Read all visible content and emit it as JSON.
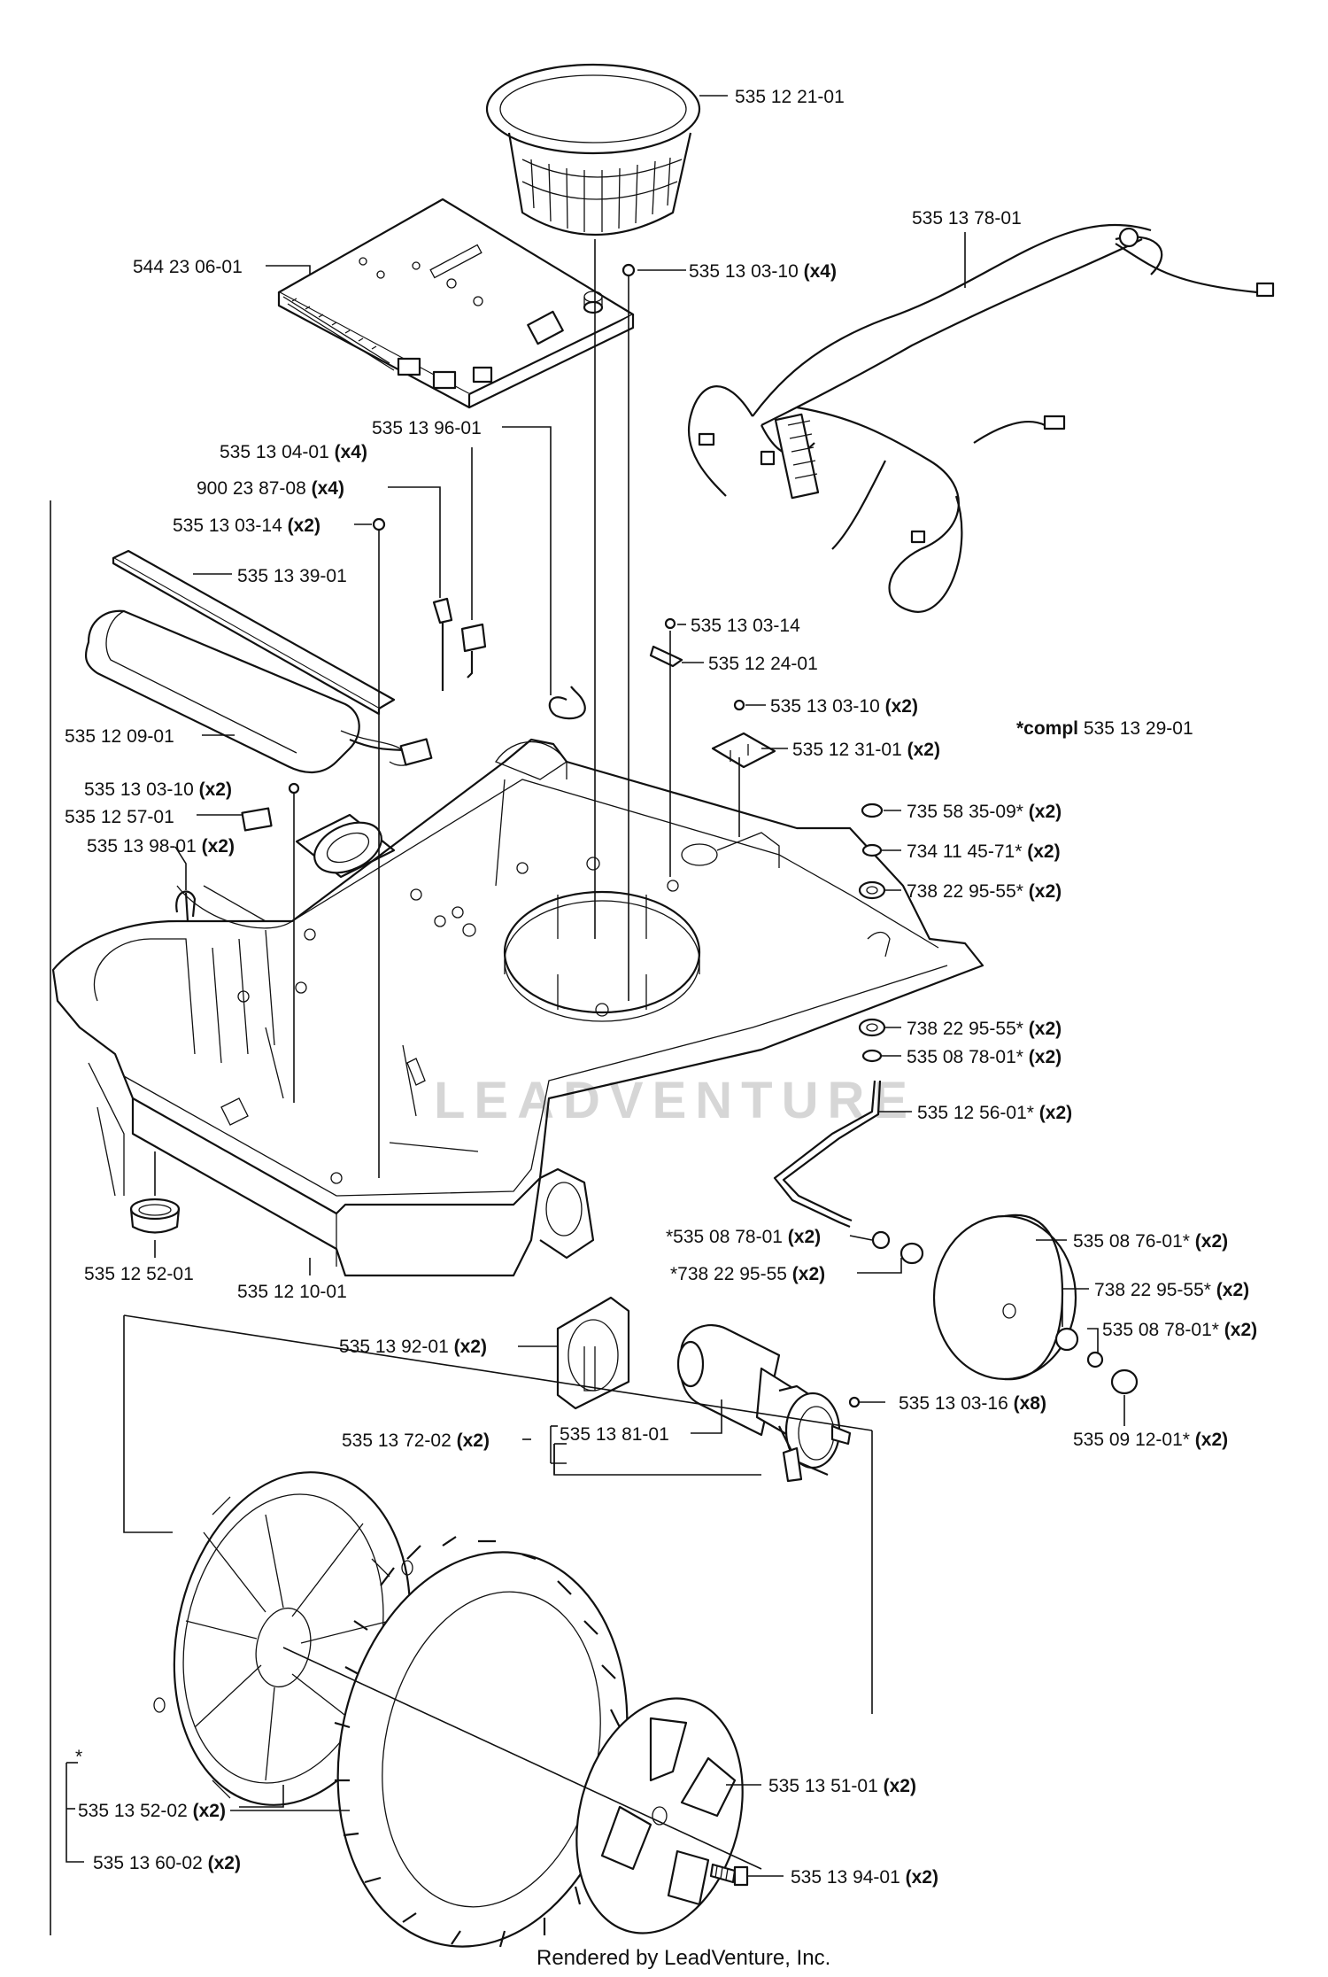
{
  "watermark": "LEADVENTURE",
  "footer": "Rendered by LeadVenture, Inc.",
  "kit_note": {
    "text": "*compl",
    "part": "535 13 29-01"
  },
  "bracket_star": "*",
  "callouts": {
    "top_ring": {
      "part": "535 12 21-01",
      "qty": ""
    },
    "harness": {
      "part": "535 13 78-01",
      "qty": ""
    },
    "pcb": {
      "part": "544 23 06-01",
      "qty": ""
    },
    "pcb_screw": {
      "part": "535 13 03-10",
      "qty": "(x4)"
    },
    "clip_96": {
      "part": "535 13 96-01",
      "qty": ""
    },
    "clip_04": {
      "part": "535 13 04-01",
      "qty": "(x4)"
    },
    "tie_900": {
      "part": "900 23 87-08",
      "qty": "(x4)"
    },
    "screw_14x2": {
      "part": "535 13 03-14",
      "qty": "(x2)"
    },
    "strip": {
      "part": "535 13 39-01",
      "qty": ""
    },
    "battery": {
      "part": "535 12 09-01",
      "qty": ""
    },
    "screw_14": {
      "part": "535 13 03-14",
      "qty": ""
    },
    "sensor_24": {
      "part": "535 12 24-01",
      "qty": ""
    },
    "screw_10_r": {
      "part": "535 13 03-10",
      "qty": "(x2)"
    },
    "board_31": {
      "part": "535 12 31-01",
      "qty": "(x2)"
    },
    "screw_10_l": {
      "part": "535 13 03-10",
      "qty": "(x2)"
    },
    "speaker": {
      "part": "535 12 57-01",
      "qty": ""
    },
    "hook_98": {
      "part": "535 13 98-01",
      "qty": "(x2)"
    },
    "nut_735": {
      "part": "735 58 35-09*",
      "qty": "(x2)"
    },
    "washer_734": {
      "part": "734 11 45-71*",
      "qty": "(x2)"
    },
    "bearing_a": {
      "part": "738 22 95-55*",
      "qty": "(x2)"
    },
    "bearing_b": {
      "part": "738 22 95-55*",
      "qty": "(x2)"
    },
    "washer_08": {
      "part": "535 08 78-01*",
      "qty": "(x2)"
    },
    "axle": {
      "part": "535 12 56-01*",
      "qty": "(x2)"
    },
    "washer_s": {
      "part": "*535 08 78-01",
      "qty": "(x2)"
    },
    "bearing_s": {
      "part": "*738 22 95-55",
      "qty": "(x2)"
    },
    "front_wheel": {
      "part": "535 08 76-01*",
      "qty": "(x2)"
    },
    "bearing_w": {
      "part": "738 22 95-55*",
      "qty": "(x2)"
    },
    "washer_w": {
      "part": "535 08 78-01*",
      "qty": "(x2)"
    },
    "cap": {
      "part": "535 09 12-01*",
      "qty": "(x2)"
    },
    "bushing": {
      "part": "535 12 52-01",
      "qty": ""
    },
    "chassis": {
      "part": "535 12 10-01",
      "qty": ""
    },
    "gasket": {
      "part": "535 13 92-01",
      "qty": "(x2)"
    },
    "motor_kit": {
      "part": "535 13 72-02",
      "qty": "(x2)"
    },
    "motor": {
      "part": "535 13 81-01",
      "qty": ""
    },
    "motor_screw": {
      "part": "535 13 03-16",
      "qty": "(x8)"
    },
    "hub_cover": {
      "part": "535 13 51-01",
      "qty": "(x2)"
    },
    "hub_screw": {
      "part": "535 13 94-01",
      "qty": "(x2)"
    },
    "rim": {
      "part": "535 13 52-02",
      "qty": "(x2)"
    },
    "wheel_kit": {
      "part": "535 13 60-02",
      "qty": "(x2)"
    }
  }
}
